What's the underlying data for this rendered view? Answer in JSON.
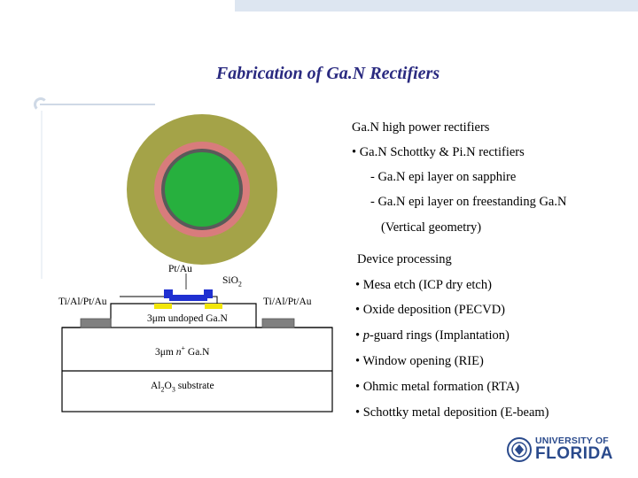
{
  "title": "Fabrication of Ga.N Rectifiers",
  "colors": {
    "title": "#2a2a80",
    "outer_ring": "#a4a348",
    "middle_ring": "#d87c7c",
    "contact_ring": "#5a5a5a",
    "center_disk": "#27b03e",
    "schottky_contact": "#1f2fd1",
    "guard_ring": "#f2e60a",
    "ohmic_contact": "#808080",
    "logo": "#2a4a8c"
  },
  "right_text": {
    "heading": "Ga.N high power rectifiers",
    "bullet1": "• Ga.N Schottky & Pi.N rectifiers",
    "sub1": "- Ga.N epi layer on sapphire",
    "sub2": "- Ga.N epi layer on freestanding Ga.N",
    "sub3": "(Vertical geometry)",
    "device_heading": "Device processing",
    "steps": [
      "• Mesa etch (ICP dry etch)",
      "• Oxide deposition (PECVD)",
      "• Window opening (RIE)",
      "• Ohmic metal formation (RTA)",
      "• Schottky metal deposition (E-beam)"
    ],
    "guard_prefix": "• ",
    "guard_italic": "p",
    "guard_suffix": "-guard rings (Implantation)"
  },
  "diagram": {
    "pt_au": "Pt/Au",
    "sio2": "SiO",
    "sio2_sub": "2",
    "ohmic_left": "Ti/Al/Pt/Au",
    "ohmic_right": "Ti/Al/Pt/Au",
    "undoped": "3μm undoped Ga.N",
    "n_layer_prefix": "3μm ",
    "n_layer_n": "n",
    "n_layer_sup": "+",
    "n_layer_suffix": " Ga.N",
    "substrate_pre": "Al",
    "substrate_sub1": "2",
    "substrate_mid": "O",
    "substrate_sub2": "3",
    "substrate_post": " substrate"
  },
  "logo": {
    "line1": "UNIVERSITY OF",
    "line2": "FLORIDA"
  }
}
